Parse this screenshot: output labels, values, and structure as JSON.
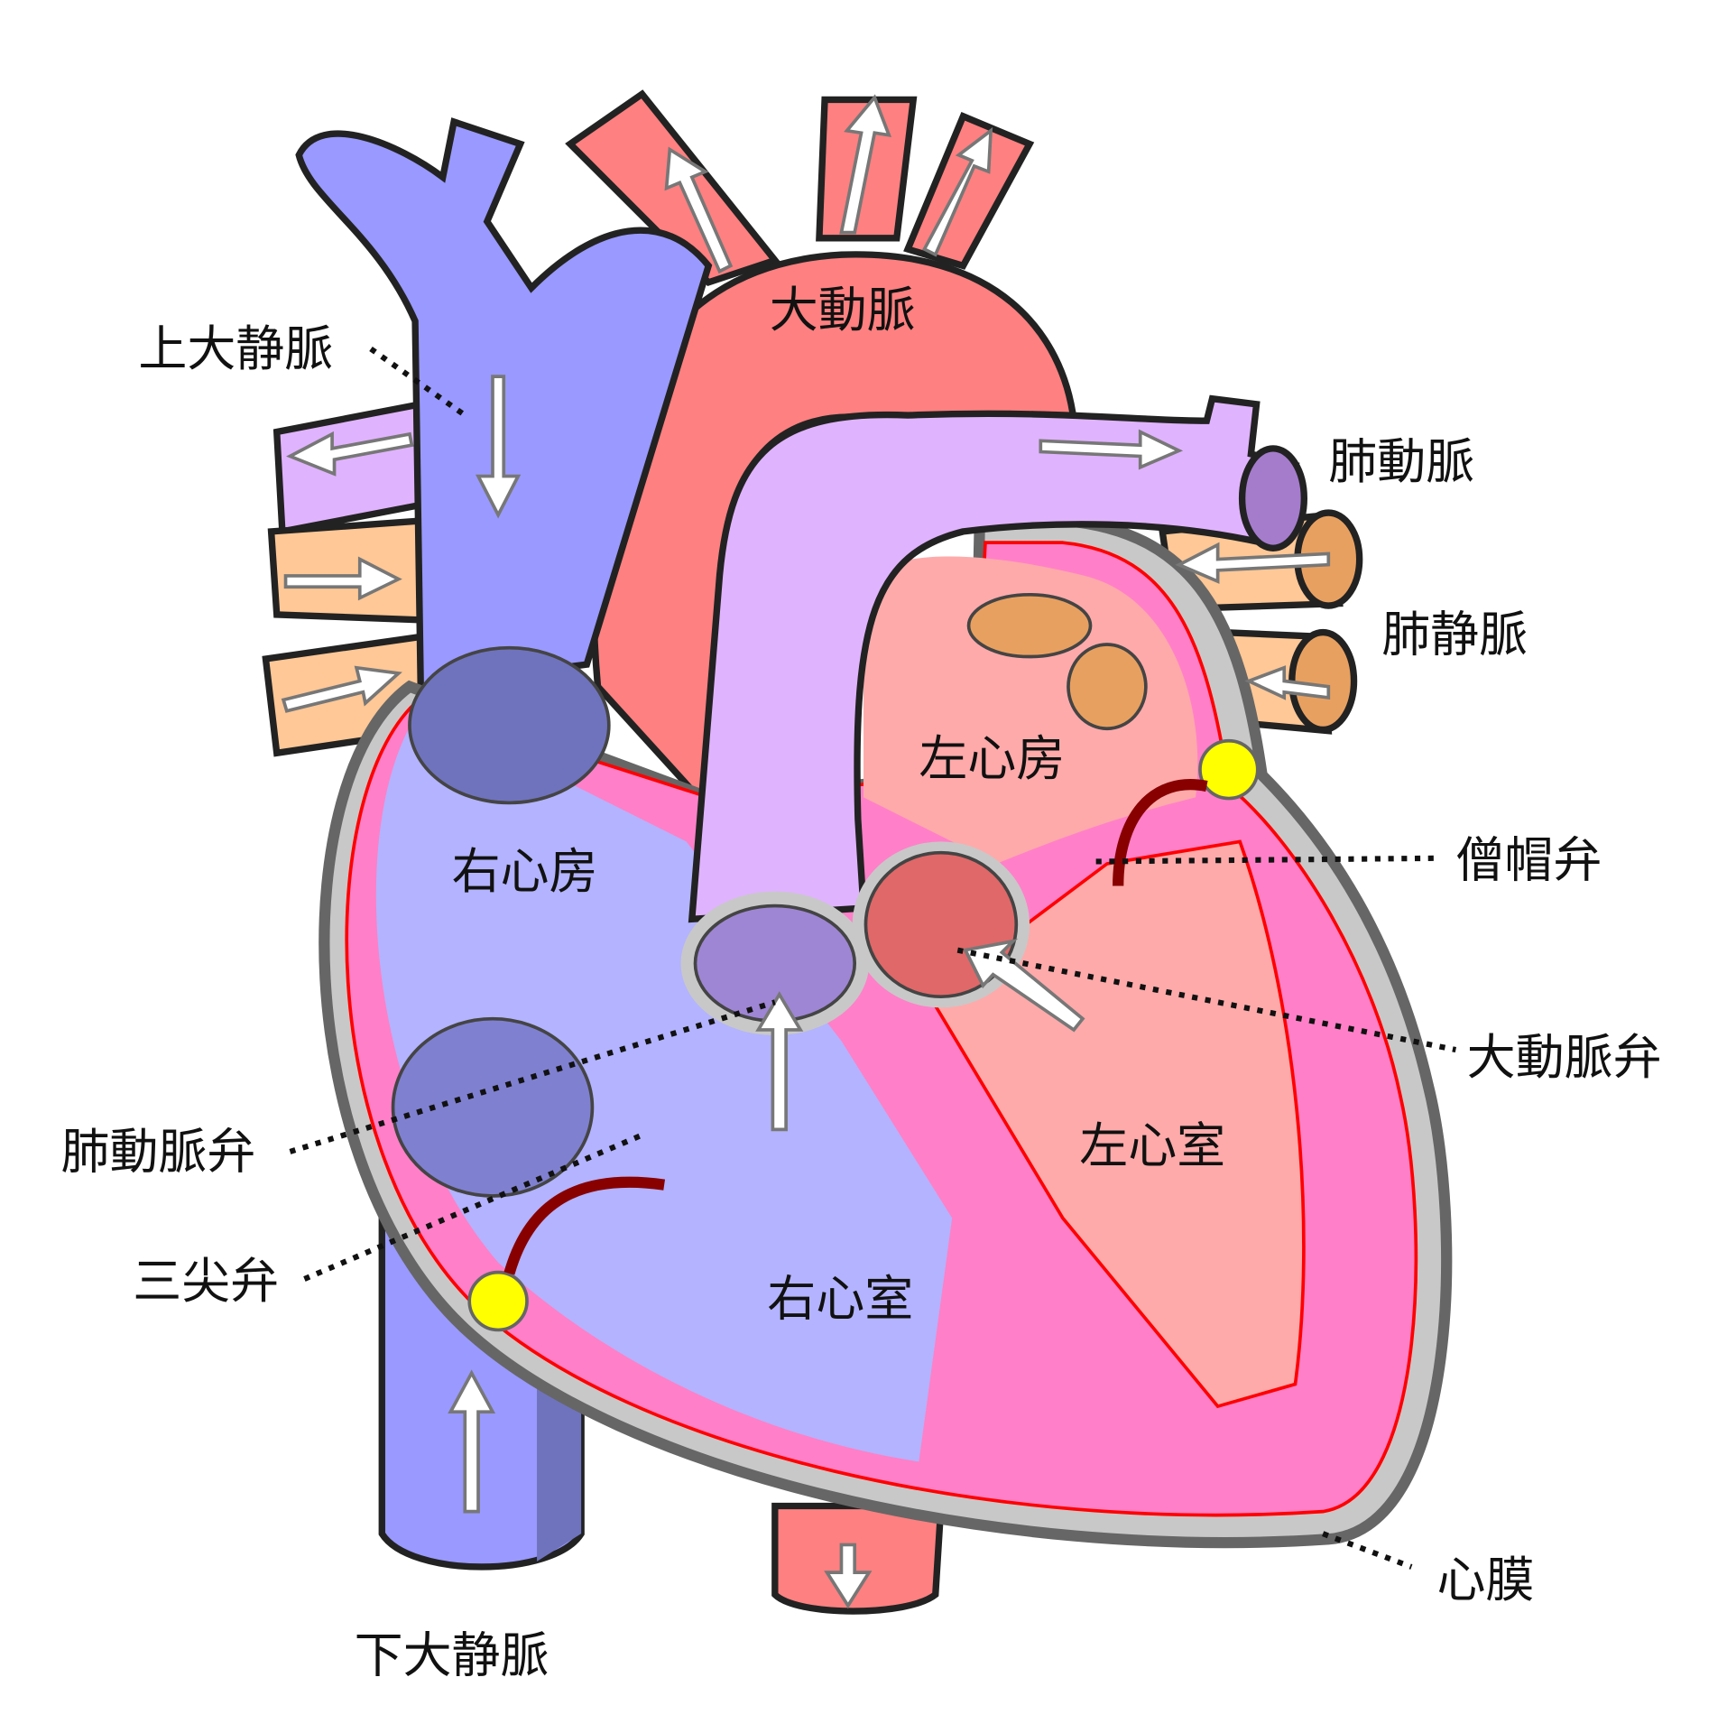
{
  "labels": {
    "superior_vena_cava": "上大静脈",
    "aorta": "大動脈",
    "pulmonary_artery": "肺動脈",
    "pulmonary_vein": "肺静脈",
    "left_atrium": "左心房",
    "right_atrium": "右心房",
    "mitral_valve": "僧帽弁",
    "aortic_valve": "大動脈弁",
    "pulmonary_valve": "肺動脈弁",
    "left_ventricle": "左心室",
    "tricuspid_valve": "三尖弁",
    "right_ventricle": "右心室",
    "pericardium": "心膜",
    "inferior_vena_cava": "下大静脈"
  },
  "colors": {
    "venous": "#9999ff",
    "venous_dark": "#6f73bd",
    "arterial": "#ff8080",
    "arterial_dark": "#c25c5c",
    "pulmonary_artery": "#e0b3ff",
    "pulmonary_vein": "#ffc896",
    "myocardium": "#ff80c8",
    "left_chamber": "#ffaaaa",
    "right_chamber": "#b3b3ff",
    "pericardium": "#c8c8c8",
    "pericardium_edge": "#666666"
  }
}
